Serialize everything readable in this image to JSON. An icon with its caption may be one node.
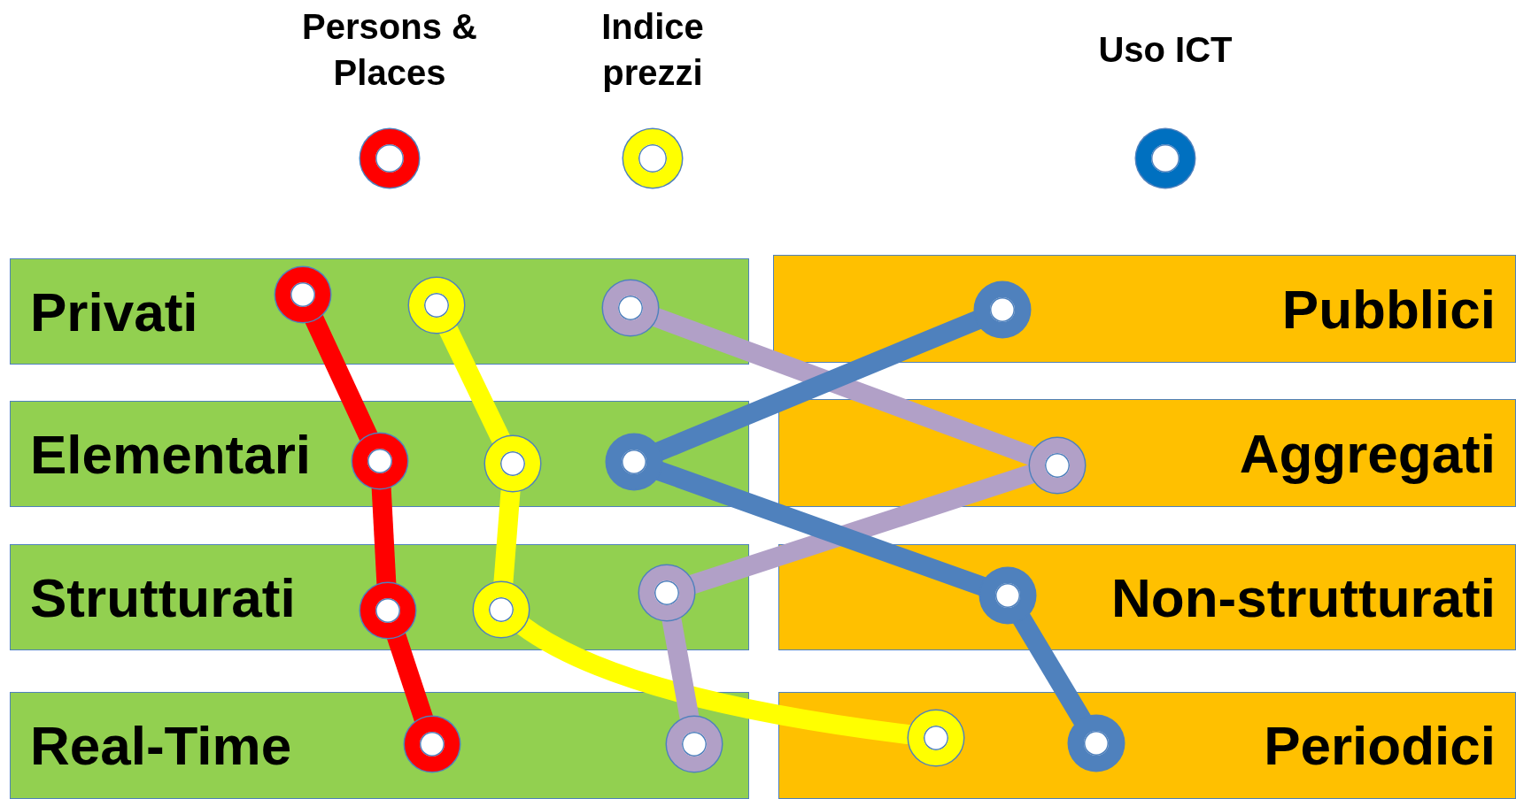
{
  "diagram": {
    "nodes": [
      {
        "text": [
          "Privati"
        ]
      },
      {
        "text": [
          "Pubblici"
        ]
      },
      {
        "text": [
          "Elementari"
        ]
      },
      {
        "text": [
          "Aggregati"
        ]
      },
      {
        "text": [
          "Strutturati"
        ]
      },
      {
        "text": [
          "Non-strutturati"
        ]
      },
      {
        "text": [
          "Real-Time"
        ]
      },
      {
        "text": [
          "Periodici"
        ]
      },
      {
        "text": [],
        "shape": "circle",
        "in": 0
      },
      {
        "text": [],
        "shape": "circle",
        "in": 0
      },
      {
        "text": [],
        "shape": "circle",
        "in": 0
      },
      {
        "text": [],
        "shape": "circle",
        "in": 1
      },
      {
        "text": [],
        "shape": "circle",
        "in": 2
      },
      {
        "text": [],
        "shape": "circle",
        "in": 2
      },
      {
        "text": [],
        "shape": "circle",
        "in": 2
      },
      {
        "text": [],
        "shape": "circle",
        "in": 3
      },
      {
        "text": [],
        "shape": "circle",
        "in": 4
      },
      {
        "text": [],
        "shape": "circle",
        "in": 4
      },
      {
        "text": [],
        "shape": "circle",
        "in": 4
      },
      {
        "text": [],
        "shape": "circle",
        "in": 5
      },
      {
        "text": [],
        "shape": "circle",
        "in": 6
      },
      {
        "text": [],
        "shape": "circle",
        "in": 6
      },
      {
        "text": [],
        "shape": "circle",
        "in": 7
      },
      {
        "text": [],
        "shape": "circle",
        "in": 7
      }
    ],
    "edges": [
      {
        "from": 8,
        "to": 12,
        "arrow": "none",
        "color": "#ff0000"
      },
      {
        "from": 12,
        "to": 16,
        "arrow": "none",
        "color": "#ff0000"
      },
      {
        "from": 16,
        "to": 20,
        "arrow": "none",
        "color": "#ff0000"
      },
      {
        "from": 9,
        "to": 13,
        "arrow": "none",
        "color": "#ffff00"
      },
      {
        "from": 13,
        "to": 17,
        "arrow": "none",
        "color": "#ffff00"
      },
      {
        "from": 17,
        "to": 22,
        "arrow": "none",
        "color": "#ffff00"
      },
      {
        "from": 10,
        "to": 15,
        "arrow": "none",
        "color": "#b1a0c7"
      },
      {
        "from": 15,
        "to": 18,
        "arrow": "none",
        "color": "#b1a0c7"
      },
      {
        "from": 18,
        "to": 21,
        "arrow": "none",
        "color": "#b1a0c7"
      },
      {
        "from": 11,
        "to": 14,
        "arrow": "none",
        "color": "#4f81bd"
      },
      {
        "from": 14,
        "to": 19,
        "arrow": "none",
        "color": "#4f81bd"
      },
      {
        "from": 19,
        "to": 23,
        "arrow": "none",
        "color": "#4f81bd"
      }
    ],
    "legend": [
      {
        "text": "Persons & Places",
        "color": "#ff0000"
      },
      {
        "text": "Indice prezzi",
        "color": "#ffff00"
      },
      {
        "text": "Uso ICT",
        "color": "#0070c0"
      }
    ]
  }
}
